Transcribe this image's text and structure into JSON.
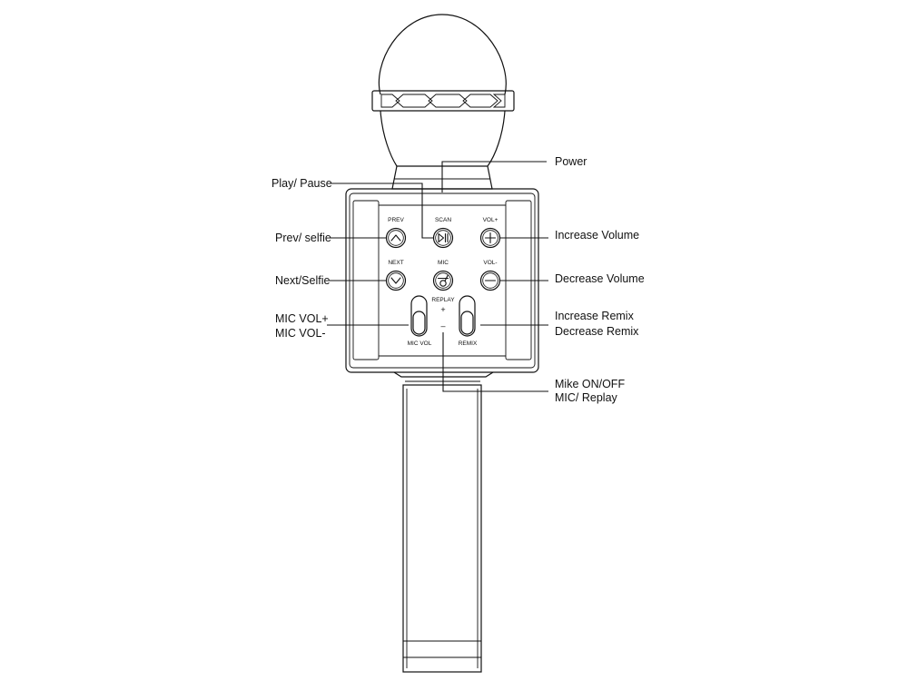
{
  "callouts": {
    "power": "Power",
    "play_pause": "Play/ Pause",
    "prev_selfie": "Prev/ selfie",
    "next_selfie": "Next/Selfie",
    "mic_vol_plus": "MIC VOL+",
    "mic_vol_minus": "MIC VOL-",
    "increase_volume": "Increase Volume",
    "decrease_volume": "Decrease Volume",
    "increase_remix": "Increase Remix",
    "decrease_remix": "Decrease Remix",
    "mike_on_off": "Mike ON/OFF",
    "mic_replay": "MIC/ Replay"
  },
  "panel": {
    "prev": "PREV",
    "scan": "SCAN",
    "vol_plus": "VOL+",
    "next": "NEXT",
    "mic": "MIC",
    "vol_minus": "VOL-",
    "replay": "REPLAY",
    "plus_sign": "+",
    "minus_sign": "–",
    "mic_vol": "MIC VOL",
    "remix": "REMIX"
  },
  "icons": [
    "up-chevron-icon",
    "play-pause-icon",
    "plus-icon",
    "down-chevron-icon",
    "microphone-icon",
    "minus-icon"
  ]
}
